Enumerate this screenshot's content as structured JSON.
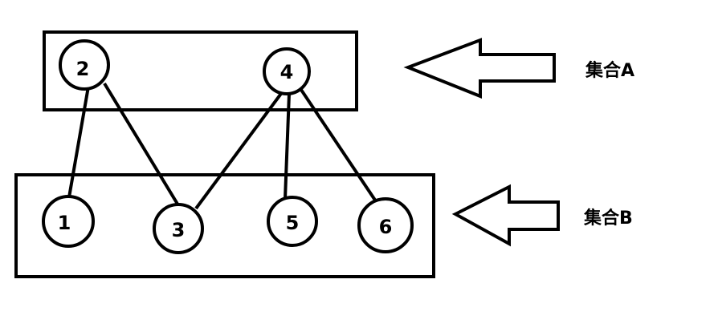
{
  "nodes": [
    {
      "id": "2",
      "label": "2"
    },
    {
      "id": "4",
      "label": "4"
    },
    {
      "id": "1",
      "label": "1"
    },
    {
      "id": "3",
      "label": "3"
    },
    {
      "id": "5",
      "label": "5"
    },
    {
      "id": "6",
      "label": "6"
    }
  ],
  "edges": [
    [
      "2",
      "1"
    ],
    [
      "2",
      "3"
    ],
    [
      "4",
      "3"
    ],
    [
      "4",
      "5"
    ],
    [
      "4",
      "6"
    ]
  ],
  "sets": {
    "a": {
      "label": "集合A",
      "members": [
        "2",
        "4"
      ]
    },
    "b": {
      "label": "集合B",
      "members": [
        "1",
        "3",
        "5",
        "6"
      ]
    }
  },
  "colors": {
    "stroke": "#000000",
    "background": "#ffffff"
  }
}
